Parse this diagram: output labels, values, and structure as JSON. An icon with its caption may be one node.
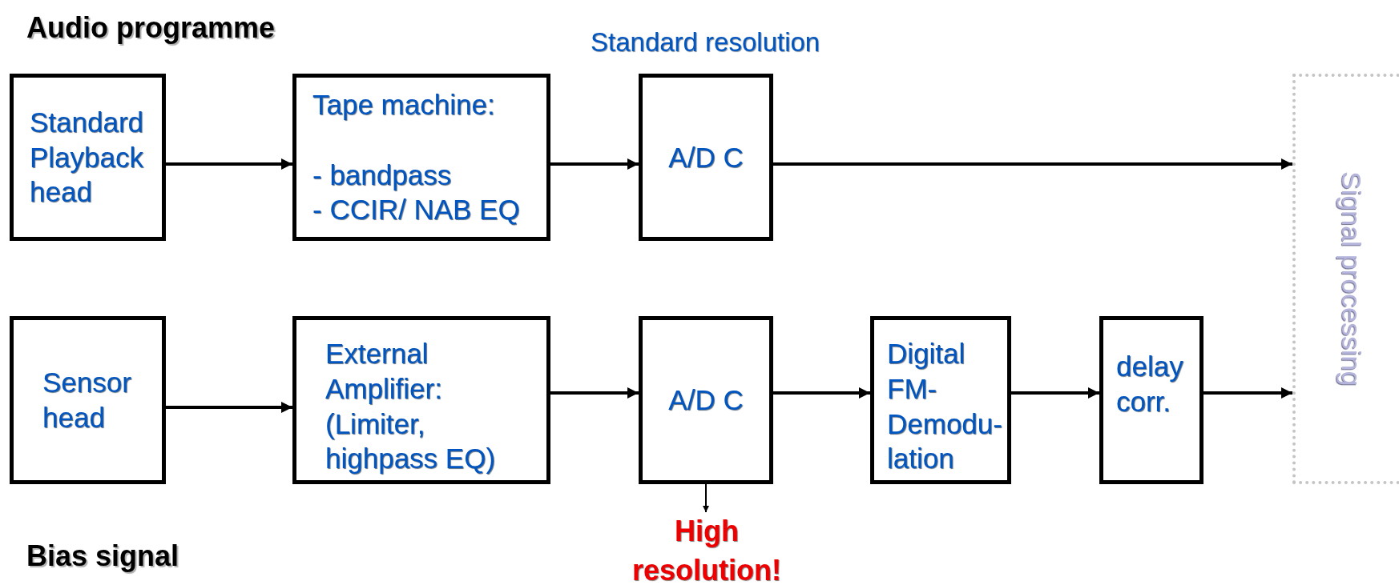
{
  "diagram": {
    "nodes": [
      {
        "text": [
          "Standard Playback head"
        ]
      },
      {
        "text": [
          "Tape machine:",
          "- bandpass",
          "- CCIR/ NAB EQ"
        ]
      },
      {
        "text": [
          "A/D C"
        ]
      },
      {
        "text": [
          "Signal processing"
        ]
      },
      {
        "text": [
          "Sensor head"
        ]
      },
      {
        "text": [
          "External Amplifier: (Limiter, highpass EQ)"
        ]
      },
      {
        "text": [
          "A/D C"
        ]
      },
      {
        "text": [
          "Digital FM- Demodu- lation"
        ]
      },
      {
        "text": [
          "delay corr."
        ]
      },
      {
        "text": [
          "High resolution!"
        ]
      }
    ],
    "edges": [
      {
        "from": 0,
        "to": 1,
        "arrow": "to"
      },
      {
        "from": 1,
        "to": 2,
        "arrow": "to"
      },
      {
        "from": 2,
        "to": 3,
        "arrow": "to"
      },
      {
        "from": 4,
        "to": 5,
        "arrow": "to"
      },
      {
        "from": 5,
        "to": 6,
        "arrow": "to"
      },
      {
        "from": 6,
        "to": 7,
        "arrow": "to"
      },
      {
        "from": 7,
        "to": 8,
        "arrow": "to"
      },
      {
        "from": 8,
        "to": 3,
        "arrow": "to"
      },
      {
        "from": 6,
        "to": 9,
        "arrow": "to"
      }
    ],
    "labels": [
      "Audio programme",
      "Standard resolution",
      "Bias signal"
    ]
  }
}
